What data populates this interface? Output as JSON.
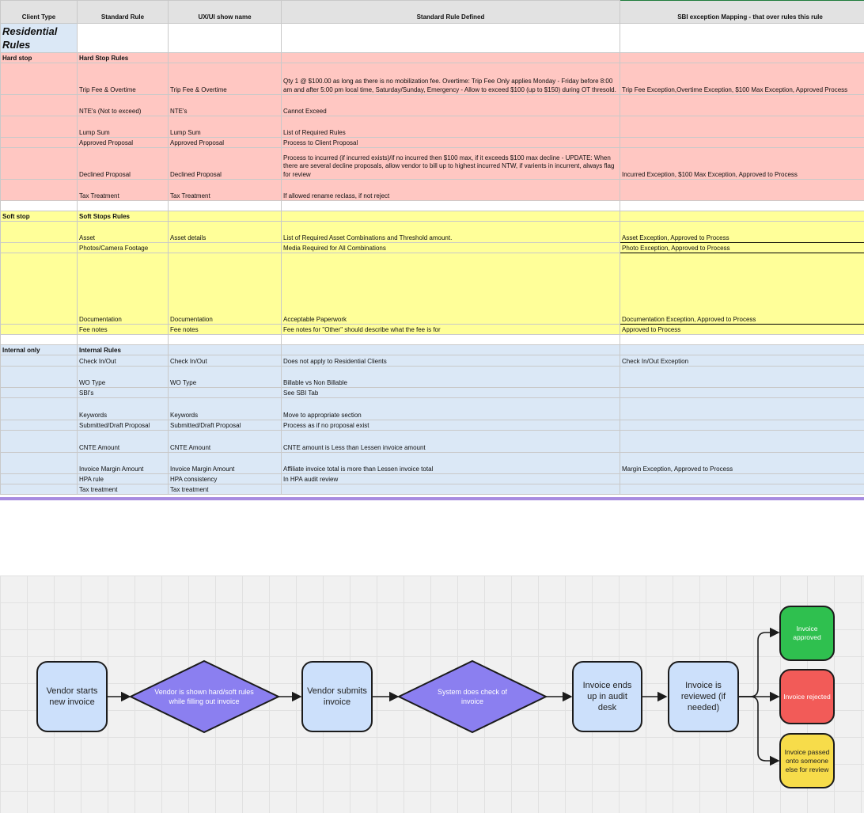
{
  "sheet": {
    "headers": [
      "Client Type",
      "Standard Rule",
      "UX/UI show name",
      "Standard Rule Defined",
      "SBI exception Mapping - that over rules this rule"
    ],
    "title": "Residential Rules",
    "hard": {
      "section": "Hard stop",
      "heading": "Hard Stop Rules",
      "rows": [
        {
          "rule": "Trip Fee & Overtime",
          "ux": "Trip Fee & Overtime",
          "defined": "Qty 1 @ $100.00 as long as there is no mobilization fee. Overtime: Trip Fee Only applies Monday - Friday before 8:00 am and after 5:00 pm local time, Saturday/Sunday, Emergency  - Allow to exceed $100 (up to $150) during OT thresold.",
          "sbi": "Trip Fee Exception,Overtime Exception, $100 Max Exception, Approved Process"
        },
        {
          "rule": "NTE's (Not to exceed)",
          "ux": "NTE's",
          "defined": "Cannot Exceed",
          "sbi": ""
        },
        {
          "rule": "Lump Sum",
          "ux": "Lump Sum",
          "defined": "List of Required Rules",
          "sbi": ""
        },
        {
          "rule": "Approved Proposal",
          "ux": "Approved Proposal",
          "defined": "Process to Client Proposal",
          "sbi": ""
        },
        {
          "rule": "Declined Proposal",
          "ux": "Declined Proposal",
          "defined": "Process to incurred (if incurred exists)/if no incurred then $100 max, if it exceeds $100 max decline - UPDATE: When there are several decline proposals, allow vendor to bill up to highest incurred NTW, if varients in incurrent, always flag for review",
          "sbi": "Incurred Exception, $100 Max Exception, Approved to Process"
        },
        {
          "rule": "Tax Treatment",
          "ux": "Tax Treatment",
          "defined": "If allowed rename reclass, if not reject",
          "sbi": ""
        }
      ]
    },
    "soft": {
      "section": "Soft stop",
      "heading": "Soft Stops Rules",
      "rows": [
        {
          "rule": "Asset",
          "ux": "Asset details",
          "defined": "List of Required Asset Combinations and Threshold amount.",
          "sbi": "Asset Exception, Approved to Process"
        },
        {
          "rule": "Photos/Camera Footage",
          "ux": "",
          "defined": "Media Required for All Combinations",
          "sbi": "Photo Exception, Approved to Process"
        },
        {
          "rule": "Documentation",
          "ux": "Documentation",
          "defined": "Acceptable Paperwork",
          "sbi": "Documentation Exception, Approved to Process"
        },
        {
          "rule": "Fee notes",
          "ux": "Fee notes",
          "defined": "Fee notes for \"Other\" should describe what the fee is for",
          "sbi": "Approved to Process"
        }
      ]
    },
    "internal": {
      "section": "Internal only",
      "heading": "Internal Rules",
      "rows": [
        {
          "rule": "Check In/Out",
          "ux": "Check In/Out",
          "defined": "Does not apply to Residential Clients",
          "sbi": "Check In/Out Exception"
        },
        {
          "rule": "WO Type",
          "ux": "WO Type",
          "defined": "Billable vs Non Billable",
          "sbi": ""
        },
        {
          "rule": "SBI's",
          "ux": "",
          "defined": "See SBI Tab",
          "sbi": ""
        },
        {
          "rule": "Keywords",
          "ux": "Keywords",
          "defined": "Move to appropriate section",
          "sbi": ""
        },
        {
          "rule": "Submitted/Draft Proposal",
          "ux": "Submitted/Draft Proposal",
          "defined": "Process as if no proposal exist",
          "sbi": ""
        },
        {
          "rule": "CNTE Amount",
          "ux": "CNTE Amount",
          "defined": "CNTE amount is Less than Lessen invoice amount",
          "sbi": ""
        },
        {
          "rule": "Invoice Margin Amount",
          "ux": "Invoice Margin Amount",
          "defined": "Affiliate invoice total is more than Lessen invoice total",
          "sbi": "Margin Exception, Approved to Process"
        },
        {
          "rule": "HPA rule",
          "ux": "HPA consistency",
          "defined": "In HPA audit review",
          "sbi": ""
        },
        {
          "rule": "Tax treatment",
          "ux": "Tax treatment",
          "defined": "",
          "sbi": ""
        }
      ]
    }
  },
  "flow": {
    "steps": {
      "start": "Vendor starts new invoice",
      "shown": "Vendor is shown hard/soft rules while filling out invoice",
      "submit": "Vendor submits invoice",
      "check": "System does check of invoice",
      "audit": "Invoice ends up in audit desk",
      "review": "Invoice is reviewed (if needed)",
      "approved": "Invoice approved",
      "rejected": "Invoice rejected",
      "passed": "Invoice passed onto someone else for review"
    },
    "colors": {
      "box": "#cce0fb",
      "diamond": "#8b7ff0",
      "approved": "#2fc04f",
      "rejected": "#f25b58",
      "passed": "#f7dc4a",
      "grid": "#f1f1f1",
      "highlight_bar": "#a78be0"
    }
  }
}
